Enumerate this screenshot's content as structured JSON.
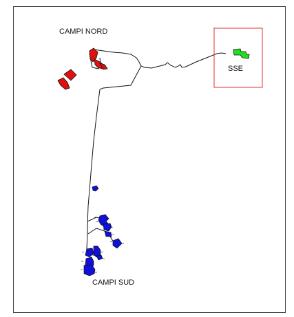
{
  "labels": {
    "north_fields": "CAMPI NORD",
    "south_fields": "CAMPI SUD",
    "substation": "SSE"
  },
  "colors": {
    "north_fields": "#e01010",
    "south_fields": "#1010d8",
    "substation": "#22dd22",
    "substation_box": "#e03030",
    "cable_route": "#111111",
    "frame": "#444444"
  },
  "icons": {
    "north_fields": "solar-field-polygon",
    "south_fields": "solar-field-polygon",
    "substation": "substation-polygon"
  }
}
